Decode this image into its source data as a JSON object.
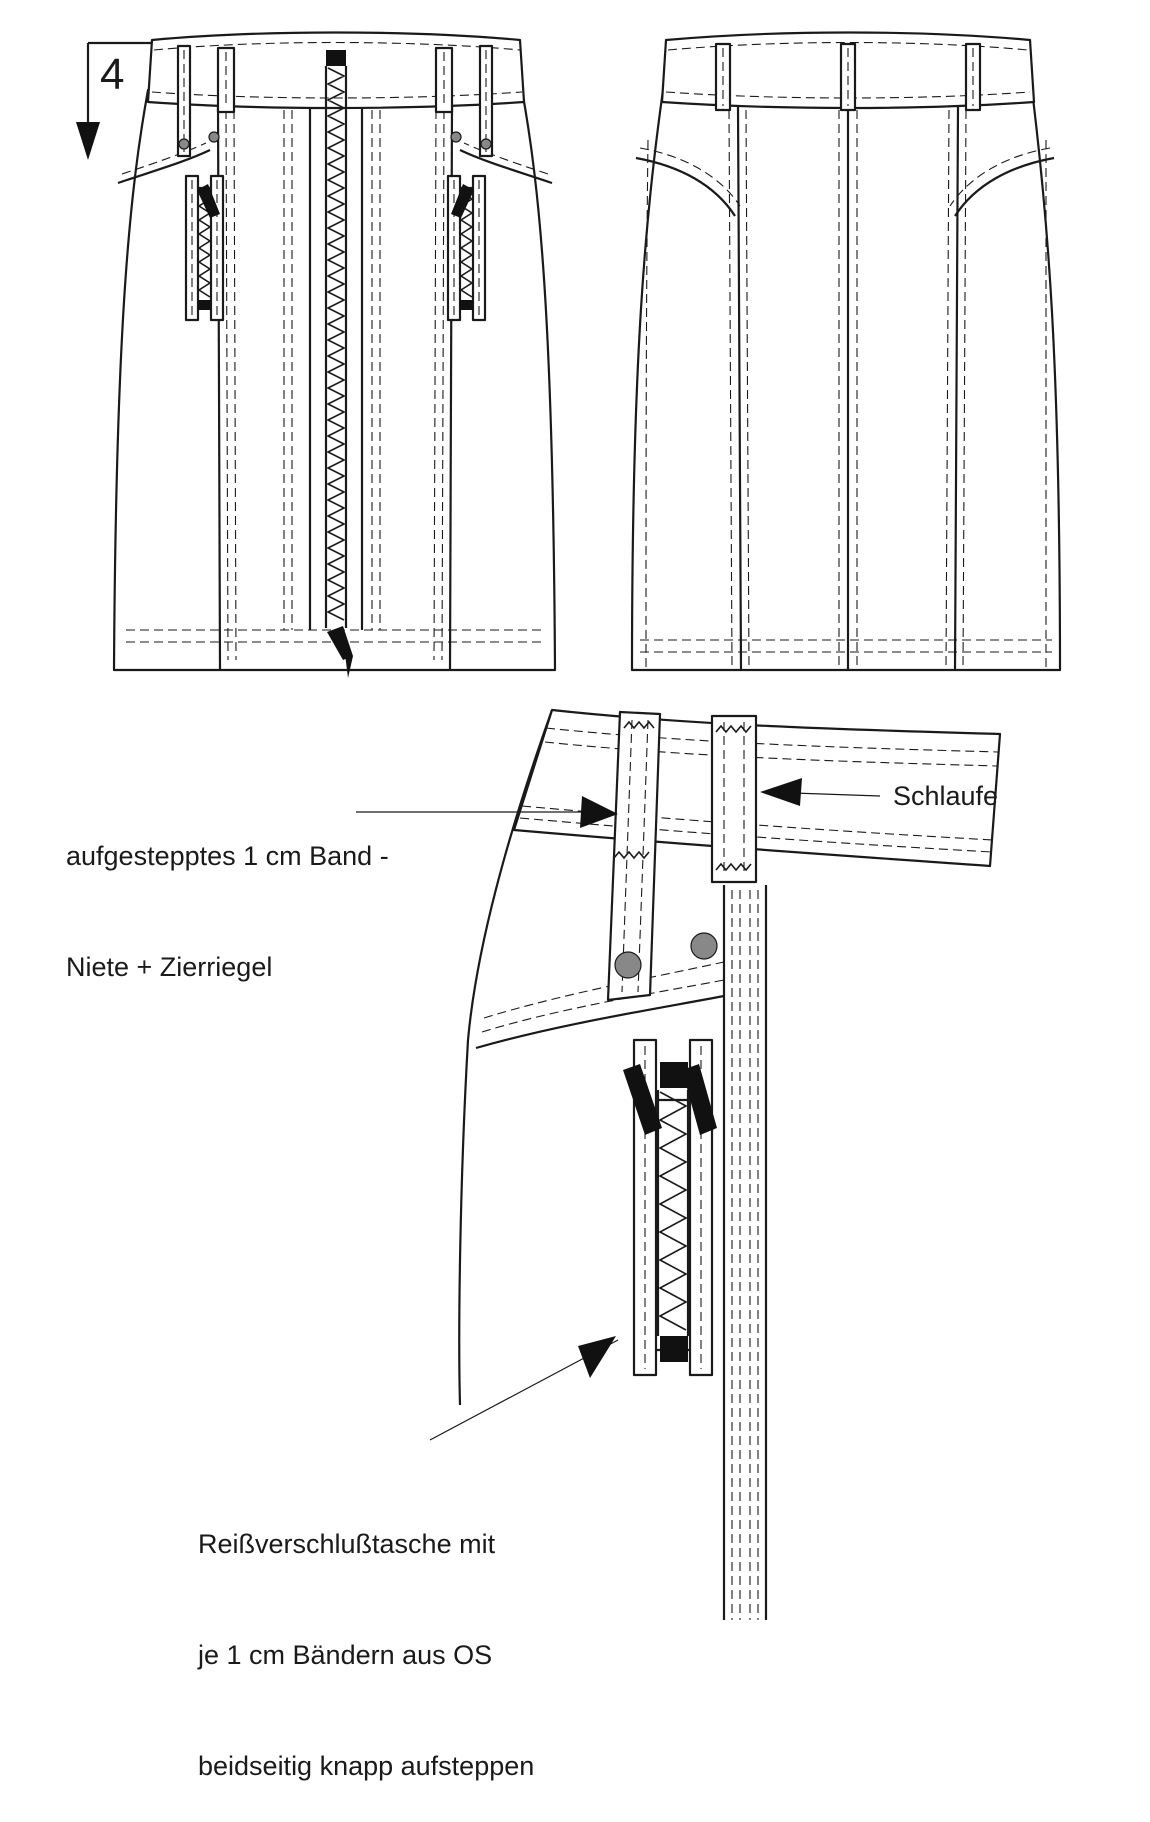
{
  "step_number": "4",
  "labels": {
    "band": [
      "aufgestepptes 1 cm Band -",
      "Niete + Zierriegel"
    ],
    "loop": "Schlaufe",
    "zipper_pocket": [
      "Reißverschlußtasche mit",
      "je 1 cm Bändern aus OS",
      "beidseitig knapp aufsteppen"
    ]
  },
  "colors": {
    "line": "#1a1a1a",
    "rivet": "#888888",
    "fill": "#ffffff"
  }
}
